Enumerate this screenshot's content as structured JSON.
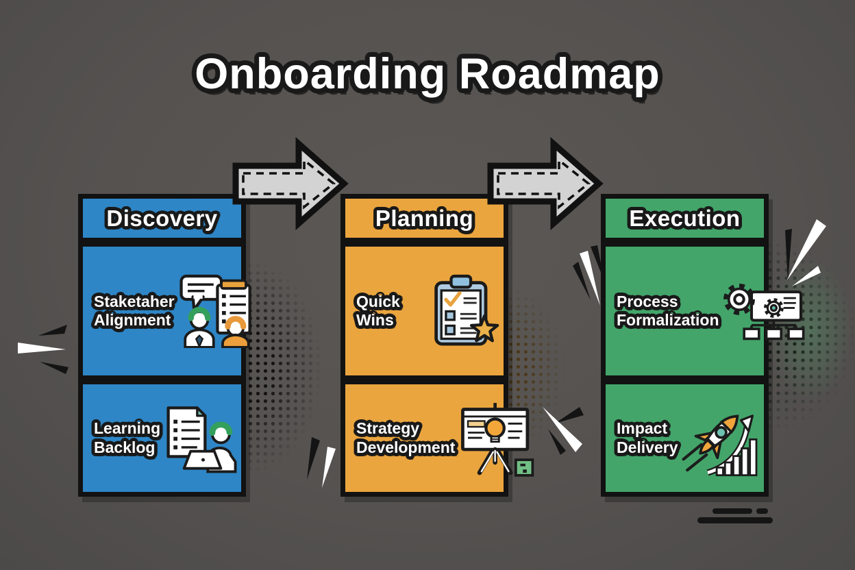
{
  "title": "Onboarding Roadmap",
  "columns": [
    {
      "id": "discovery",
      "label": "Discovery",
      "color": "#2e86c6",
      "items": [
        {
          "label": "Staketaher Alignment",
          "icon": "stakeholder-alignment-icon"
        },
        {
          "label": "Learning Backlog",
          "icon": "learning-backlog-icon"
        }
      ]
    },
    {
      "id": "planning",
      "label": "Planning",
      "color": "#eba53e",
      "items": [
        {
          "label": "Quick Wins",
          "icon": "quick-wins-icon"
        },
        {
          "label": "Strategy Development",
          "icon": "strategy-development-icon"
        }
      ]
    },
    {
      "id": "execution",
      "label": "Execution",
      "color": "#43a56a",
      "items": [
        {
          "label": "Process Formalization",
          "icon": "process-formalization-icon"
        },
        {
          "label": "Impact Delivery",
          "icon": "impact-delivery-icon"
        }
      ]
    }
  ],
  "flow": {
    "arrow_count": 2,
    "direction": "left-to-right",
    "arrow_color": "#d3d3d3"
  },
  "colors": {
    "background": "#555250",
    "outline_black": "#191919",
    "discovery_blue": "#2e86c6",
    "planning_orange": "#eba53e",
    "execution_green": "#43a56a",
    "accent_teal": "#66bcab",
    "accent_orange": "#eda43c",
    "hair_green": "#34a05c",
    "text_white": "#ffffff"
  }
}
